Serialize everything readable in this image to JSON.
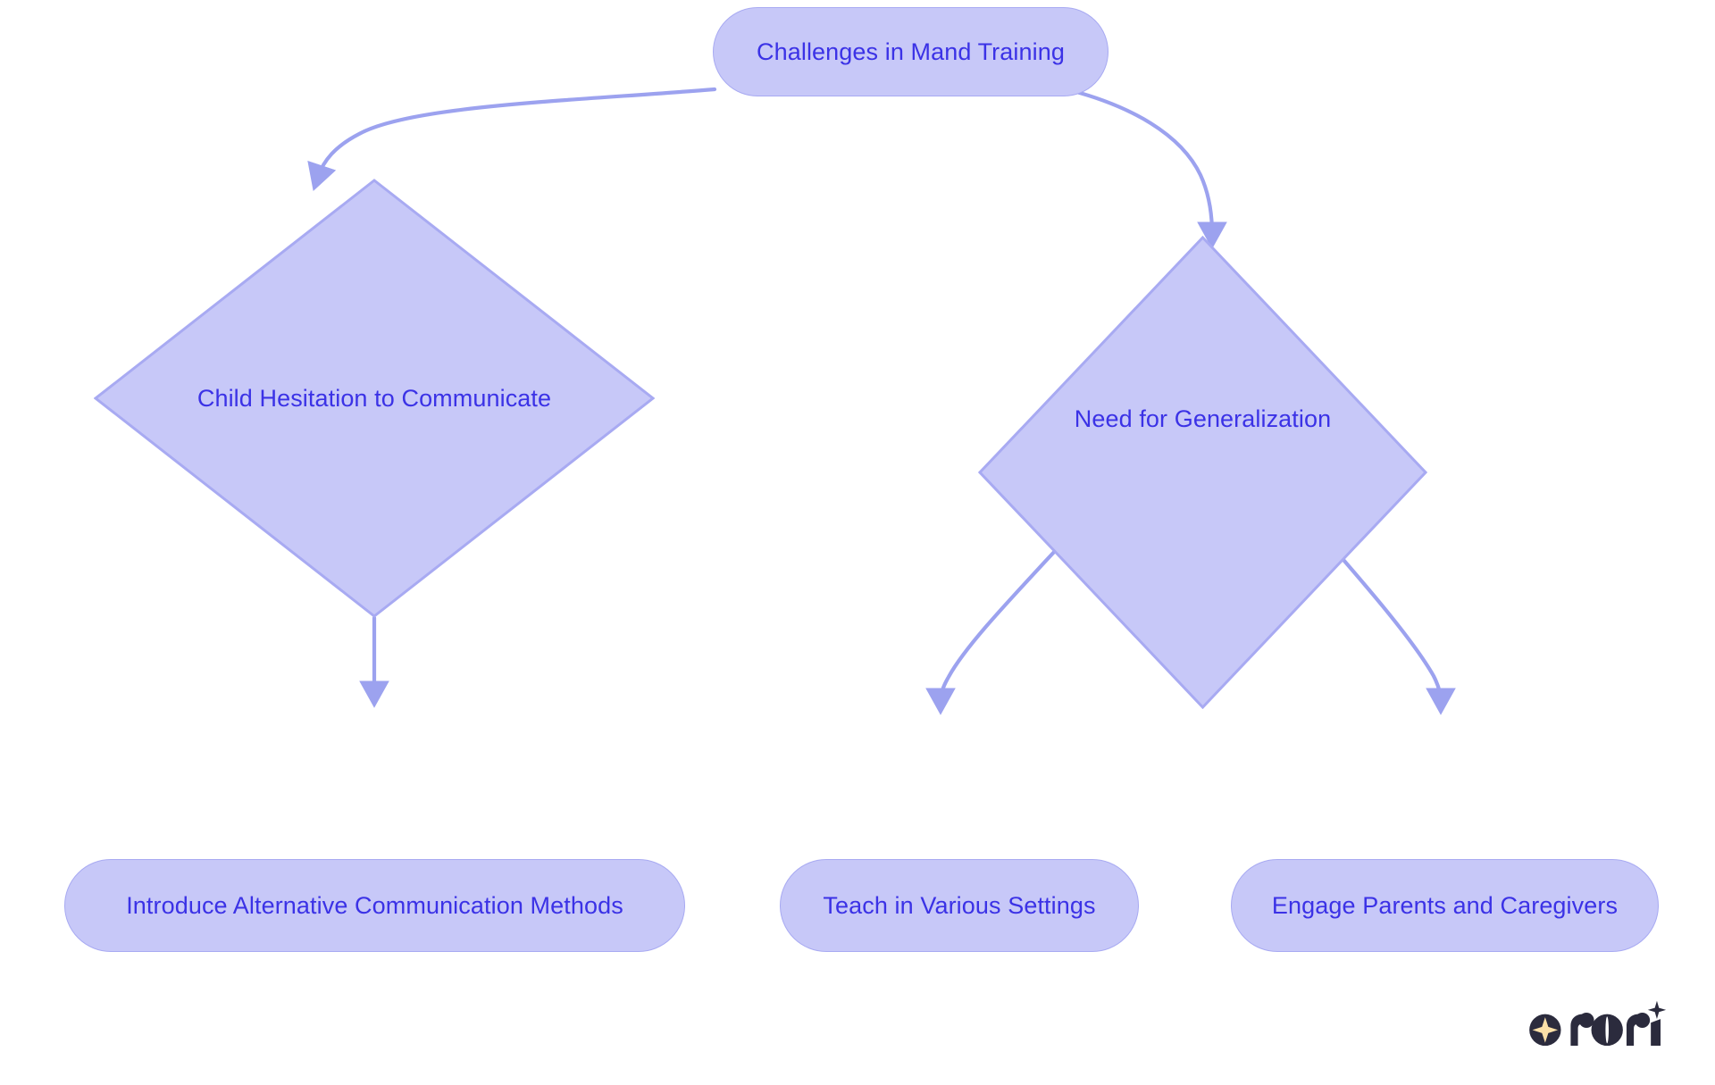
{
  "diagram": {
    "type": "flowchart",
    "orientation": "top-down",
    "background_color": "#ffffff",
    "node_fill_color": "#c7c8f8",
    "node_stroke_color": "#a8aaf2",
    "node_text_color": "#3b32e6",
    "edge_color": "#9ca2ef",
    "nodes": [
      {
        "id": "root",
        "label": "Challenges in Mand Training",
        "shape": "rounded-pill",
        "level": 0
      },
      {
        "id": "child-hesitation",
        "label": "Child Hesitation to Communicate",
        "shape": "diamond",
        "level": 1
      },
      {
        "id": "need-generalization",
        "label": "Need for Generalization",
        "shape": "diamond",
        "level": 1
      },
      {
        "id": "alt-communication",
        "label": "Introduce Alternative Communication Methods",
        "shape": "rounded-pill",
        "level": 2
      },
      {
        "id": "various-settings",
        "label": "Teach in Various Settings",
        "shape": "rounded-pill",
        "level": 2
      },
      {
        "id": "engage-parents",
        "label": "Engage Parents and Caregivers",
        "shape": "rounded-pill",
        "level": 2
      }
    ],
    "edges": [
      {
        "from": "root",
        "to": "child-hesitation",
        "arrow": true
      },
      {
        "from": "root",
        "to": "need-generalization",
        "arrow": true
      },
      {
        "from": "child-hesitation",
        "to": "alt-communication",
        "arrow": true
      },
      {
        "from": "need-generalization",
        "to": "various-settings",
        "arrow": true
      },
      {
        "from": "need-generalization",
        "to": "engage-parents",
        "arrow": true
      }
    ]
  },
  "branding": {
    "logo_name": "rori",
    "logo_color": "#2b2b3d",
    "logo_accent_color": "#fbe0a8"
  }
}
